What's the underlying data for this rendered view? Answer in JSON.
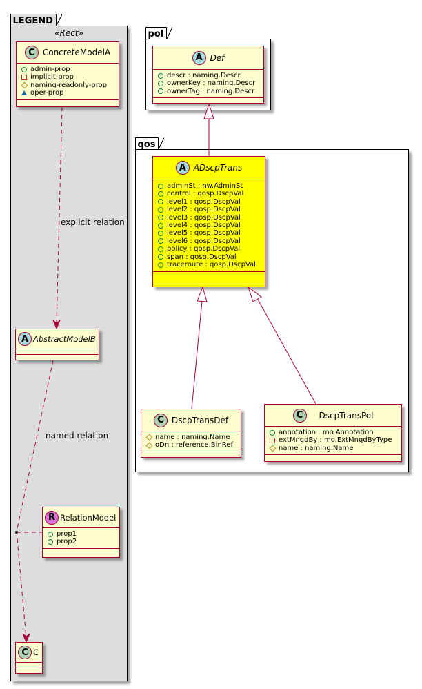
{
  "packages": {
    "legend": {
      "name": "LEGEND",
      "stereotype": "«Rect»"
    },
    "pol": {
      "name": "pol"
    },
    "qos": {
      "name": "qos"
    }
  },
  "classes": {
    "concrete_model_a": {
      "badge": "C",
      "name": "ConcreteModelA",
      "kind": "class",
      "attributes": [
        {
          "visibility": "public",
          "text": "admin-prop"
        },
        {
          "visibility": "private",
          "text": "implicit-prop"
        },
        {
          "visibility": "protected",
          "text": "naming-readonly-prop"
        },
        {
          "visibility": "package",
          "text": "oper-prop"
        }
      ]
    },
    "abstract_model_b": {
      "badge": "A",
      "name": "AbstractModelB",
      "kind": "abstract",
      "attributes": []
    },
    "relation_model": {
      "badge": "R",
      "name": "RelationModel",
      "kind": "relation",
      "attributes": [
        {
          "visibility": "public",
          "text": "prop1"
        },
        {
          "visibility": "public",
          "text": "prop2"
        }
      ]
    },
    "c": {
      "badge": "C",
      "name": "C",
      "kind": "class",
      "attributes": []
    },
    "def": {
      "badge": "A",
      "name": "Def",
      "kind": "abstract",
      "attributes": [
        {
          "visibility": "public",
          "text": "descr : naming.Descr"
        },
        {
          "visibility": "public",
          "text": "ownerKey : naming.Descr"
        },
        {
          "visibility": "public",
          "text": "ownerTag : naming.Descr"
        }
      ]
    },
    "adscp_trans": {
      "badge": "A",
      "name": "ADscpTrans",
      "kind": "abstract",
      "highlight_color": "#ffff00",
      "attributes": [
        {
          "visibility": "public",
          "text": "adminSt : nw.AdminSt"
        },
        {
          "visibility": "public",
          "text": "control : qosp.DscpVal"
        },
        {
          "visibility": "public",
          "text": "level1 : qosp.DscpVal"
        },
        {
          "visibility": "public",
          "text": "level2 : qosp.DscpVal"
        },
        {
          "visibility": "public",
          "text": "level3 : qosp.DscpVal"
        },
        {
          "visibility": "public",
          "text": "level4 : qosp.DscpVal"
        },
        {
          "visibility": "public",
          "text": "level5 : qosp.DscpVal"
        },
        {
          "visibility": "public",
          "text": "level6 : qosp.DscpVal"
        },
        {
          "visibility": "public",
          "text": "policy : qosp.DscpVal"
        },
        {
          "visibility": "public",
          "text": "span : qosp.DscpVal"
        },
        {
          "visibility": "public",
          "text": "traceroute : qosp.DscpVal"
        }
      ]
    },
    "dscp_trans_def": {
      "badge": "C",
      "name": "DscpTransDef",
      "kind": "class",
      "attributes": [
        {
          "visibility": "protected",
          "text": "name : naming.Name"
        },
        {
          "visibility": "protected",
          "text": "oDn : reference.BinRef"
        }
      ]
    },
    "dscp_trans_pol": {
      "badge": "C",
      "name": "DscpTransPol",
      "kind": "class",
      "attributes": [
        {
          "visibility": "public",
          "text": "annotation : mo.Annotation"
        },
        {
          "visibility": "private",
          "text": "extMngdBy : mo.ExtMngdByType"
        },
        {
          "visibility": "protected",
          "text": "name : naming.Name"
        }
      ]
    }
  },
  "relations": {
    "explicit": {
      "label": "explicit relation",
      "from": "ConcreteModelA",
      "to": "AbstractModelB",
      "style": "dashed-arrow"
    },
    "named": {
      "label": "named relation",
      "from": "AbstractModelB",
      "to": "C",
      "via": "RelationModel",
      "style": "dashed-arrow"
    },
    "inheritance": [
      {
        "child": "ADscpTrans",
        "parent": "Def"
      },
      {
        "child": "DscpTransDef",
        "parent": "ADscpTrans"
      },
      {
        "child": "DscpTransPol",
        "parent": "ADscpTrans"
      }
    ]
  },
  "colors": {
    "border": "#a80036",
    "class_fill": "#fefece",
    "highlight_fill": "#ffff00",
    "legend_fill": "#dddddd",
    "badge_class": "#add1b2",
    "badge_abstract": "#a9dcdf",
    "badge_relation": "#da70d6"
  }
}
